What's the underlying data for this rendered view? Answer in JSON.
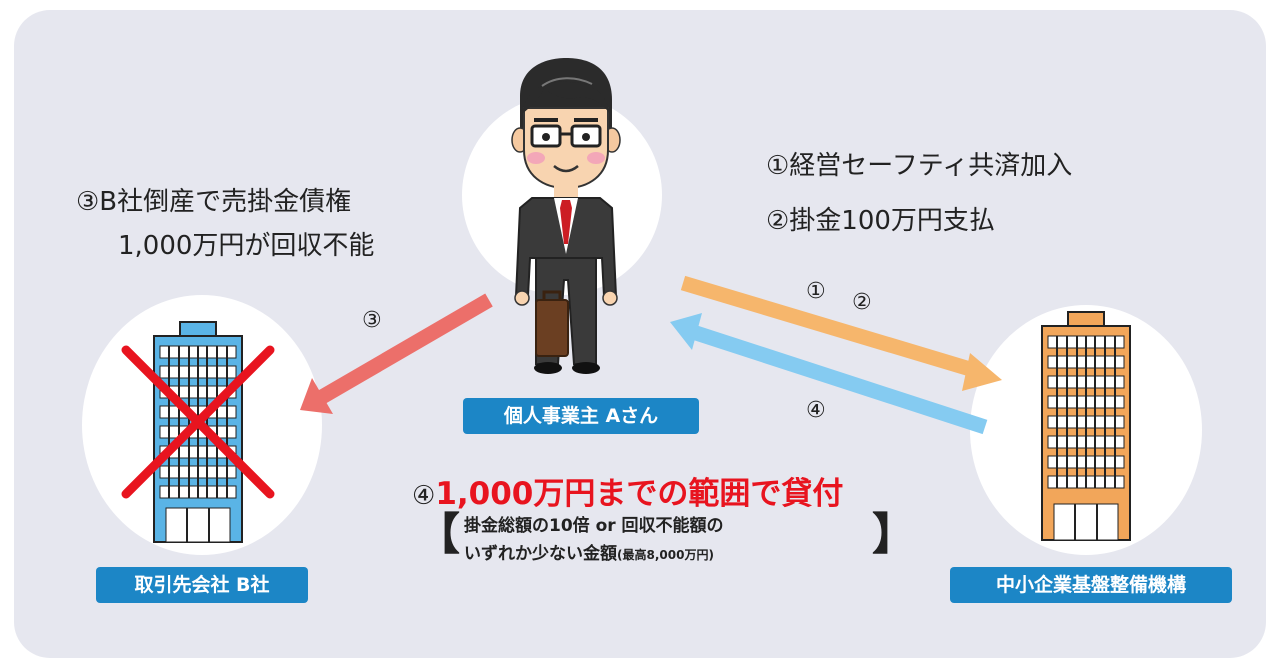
{
  "colors": {
    "panel_bg": "#e6e7ef",
    "label_bg": "#1c86c6",
    "arrow_orange": "#f6b66c",
    "arrow_blue": "#85cbf1",
    "arrow_red": "#ec6f6a",
    "cross_red": "#e8141f",
    "highlight_red": "#e8141f"
  },
  "center": {
    "label": "個人事業主 Aさん"
  },
  "left": {
    "label": "取引先会社 B社"
  },
  "right": {
    "label": "中小企業基盤整備機構"
  },
  "steps_right": {
    "line1": "①経営セーフティ共済加入",
    "line2": "②掛金100万円支払"
  },
  "steps_left": {
    "line1": "③B社倒産で売掛金債権",
    "line2": "1,000万円が回収不能"
  },
  "arrow_marks": {
    "one": "①",
    "two": "②",
    "three": "③",
    "four": "④"
  },
  "loan": {
    "prefix": "④",
    "highlight": "1,000万円までの範囲で貸付",
    "note_line1": "掛金総額の10倍 or 回収不能額の",
    "note_line2_main": "いずれか少ない金額",
    "note_line2_small": "(最高8,000万円)",
    "bracket_open": "【",
    "bracket_close": "】"
  },
  "icons": {
    "person": "businessman-with-briefcase-icon",
    "bankrupt_building": "blue-building-crossed-out-icon",
    "organization_building": "orange-building-icon"
  }
}
